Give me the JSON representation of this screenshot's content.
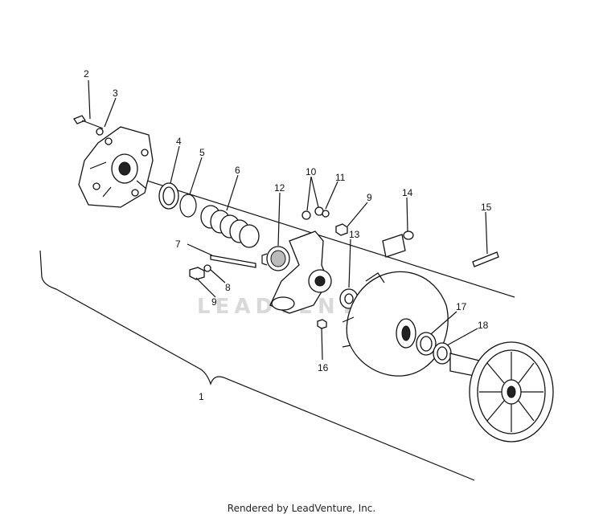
{
  "watermark": "LEADVENTURE",
  "footer": "Rendered by LeadVenture, Inc.",
  "callouts": {
    "c1": "1",
    "c2": "2",
    "c3": "3",
    "c4": "4",
    "c5": "5",
    "c6": "6",
    "c7": "7",
    "c8": "8",
    "c9a": "9",
    "c9b": "9",
    "c10": "10",
    "c11": "11",
    "c12": "12",
    "c13": "13",
    "c14": "14",
    "c15": "15",
    "c16": "16",
    "c17": "17",
    "c18": "18"
  }
}
